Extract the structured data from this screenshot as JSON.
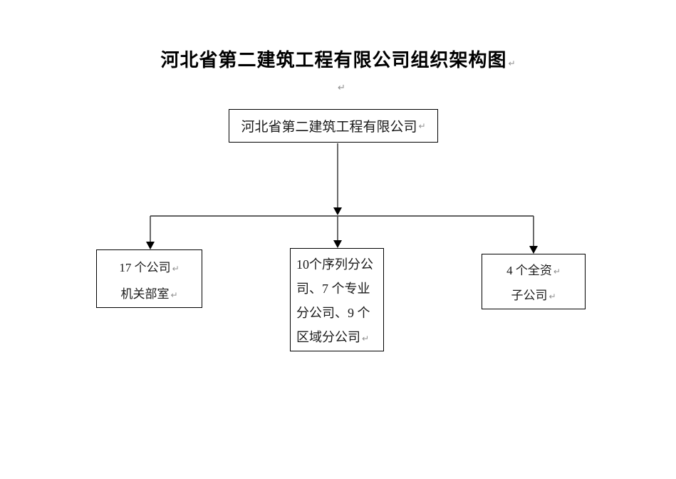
{
  "document": {
    "title": "河北省第二建筑工程有限公司组织架构图",
    "paragraph_mark": "↵"
  },
  "org_chart": {
    "root": {
      "label": "河北省第二建筑工程有限公司"
    },
    "children": [
      {
        "id": "company-offices",
        "lines": [
          "17 个公司",
          "机关部室"
        ]
      },
      {
        "id": "branch-companies",
        "lines": [
          "10个序列分公",
          "司、7 个专业",
          "分公司、9 个",
          "区域分公司"
        ]
      },
      {
        "id": "wholly-owned-subsidiaries",
        "lines": [
          "4 个全资",
          "子公司"
        ]
      }
    ]
  },
  "colors": {
    "box_border": "#000000",
    "connector_shaft": "#444444",
    "connector_bus": "#000000",
    "arrowhead": "#000000",
    "paragraph_mark": "#8f8f8f",
    "background": "#ffffff"
  }
}
